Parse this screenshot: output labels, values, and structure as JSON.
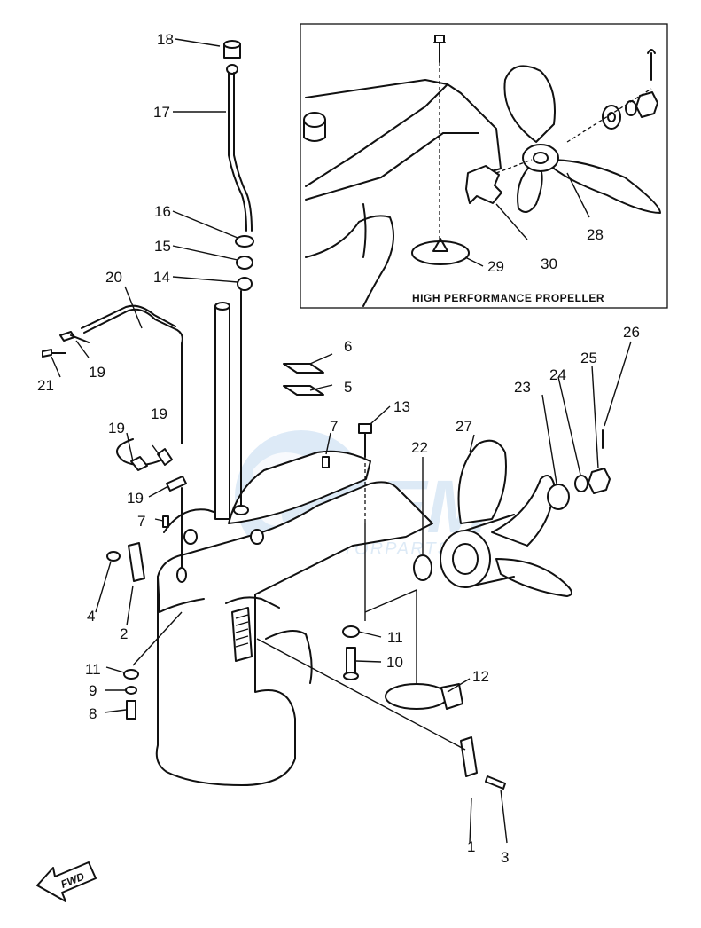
{
  "inset": {
    "caption": "HIGH PERFORMANCE PROPELLER"
  },
  "fwd_label": "FWD",
  "watermark": {
    "main": "OEM",
    "sub": "MOTORPARTS"
  },
  "callouts": [
    "1",
    "2",
    "3",
    "4",
    "5",
    "6",
    "7",
    "7",
    "8",
    "9",
    "10",
    "11",
    "11",
    "12",
    "13",
    "14",
    "15",
    "16",
    "17",
    "18",
    "19",
    "19",
    "19",
    "19",
    "20",
    "21",
    "22",
    "23",
    "24",
    "25",
    "26",
    "27",
    "28",
    "29",
    "30"
  ]
}
